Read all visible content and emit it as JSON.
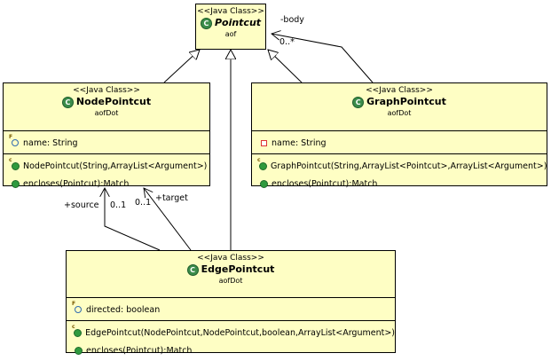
{
  "classes": {
    "pointcut": {
      "stereotype": "<<Java Class>>",
      "name": "Pointcut",
      "package": "aof",
      "icon": "abstract-class-icon"
    },
    "node": {
      "stereotype": "<<Java Class>>",
      "name": "NodePointcut",
      "package": "aofDot",
      "icon": "class-icon",
      "fields": [
        "name: String"
      ],
      "methods": [
        "NodePointcut(String,ArrayList<Argument>)",
        "encloses(Pointcut):Match"
      ]
    },
    "graph": {
      "stereotype": "<<Java Class>>",
      "name": "GraphPointcut",
      "package": "aofDot",
      "icon": "class-icon",
      "fields": [
        "name: String"
      ],
      "methods": [
        "GraphPointcut(String,ArrayList<Pointcut>,ArrayList<Argument>)",
        "encloses(Pointcut):Match"
      ]
    },
    "edge": {
      "stereotype": "<<Java Class>>",
      "name": "EdgePointcut",
      "package": "aofDot",
      "icon": "class-icon",
      "fields": [
        "directed: boolean"
      ],
      "methods": [
        "EdgePointcut(NodePointcut,NodePointcut,boolean,ArrayList<Argument>)",
        "encloses(Pointcut):Match"
      ]
    }
  },
  "edges": {
    "body_role": "-body",
    "body_mult": "0..*",
    "source_role": "+source",
    "source_mult": "0..1",
    "target_mult": "0..1",
    "target_role": "+target"
  },
  "colors": {
    "class_fill": "#fefec4",
    "class_icon": "#3b8c4a"
  }
}
